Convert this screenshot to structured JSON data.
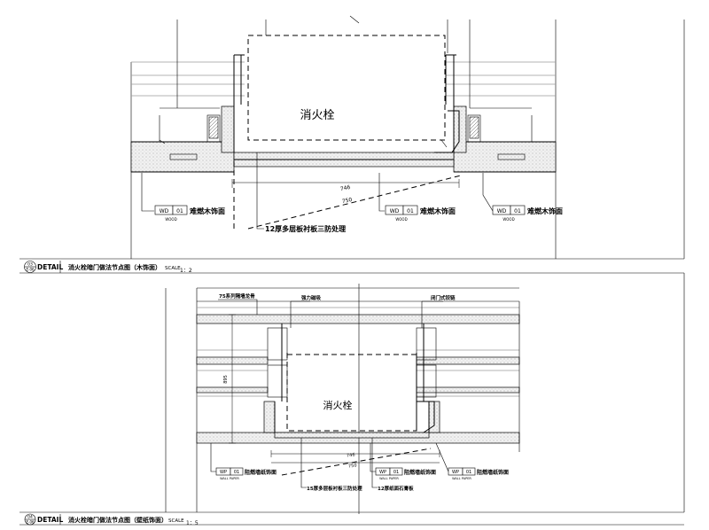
{
  "detail1": {
    "cabinet_label": "消火栓",
    "callouts": [
      {
        "code": "WD",
        "num": "01",
        "sub": "WOOD",
        "label": "难燃木饰面"
      },
      {
        "code": "WD",
        "num": "01",
        "sub": "WOOD",
        "label": "难燃木饰面"
      },
      {
        "code": "WD",
        "num": "01",
        "sub": "WOOD",
        "label": "难燃木饰面"
      }
    ],
    "note": "12厚多层板衬板三防处理",
    "dim_a": "746",
    "dim_b": "750",
    "title_bar": {
      "num": "03",
      "sheet": "E-06",
      "word": "DETAIL",
      "title": "消火栓暗门做法节点图（木饰面）",
      "scale_word": "SCALE",
      "scale": "1：2"
    }
  },
  "detail2": {
    "cabinet_label": "消火栓",
    "top_notes": [
      "75系列隔墙龙骨",
      "强力磁吸",
      "闭门式铰链"
    ],
    "callouts": [
      {
        "code": "WP",
        "num": "01",
        "sub": "WALL PAPER",
        "label": "阻燃墙纸饰面"
      },
      {
        "code": "WP",
        "num": "01",
        "sub": "WALL PAPER",
        "label": "阻燃墙纸饰面"
      },
      {
        "code": "WP",
        "num": "01",
        "sub": "WALL PAPER",
        "label": "阻燃墙纸饰面"
      }
    ],
    "bottom_notes": [
      "15厚多层板衬板三防处理",
      "12厚纸面石膏板"
    ],
    "dim_a": "746",
    "dim_b": "750",
    "dim_side": "895",
    "title_bar": {
      "num": "04",
      "sheet": "E-06",
      "word": "DETAIL",
      "title": "消火栓暗门做法节点图（壁纸饰面）",
      "scale_word": "SCALE",
      "scale": "1：5"
    }
  }
}
